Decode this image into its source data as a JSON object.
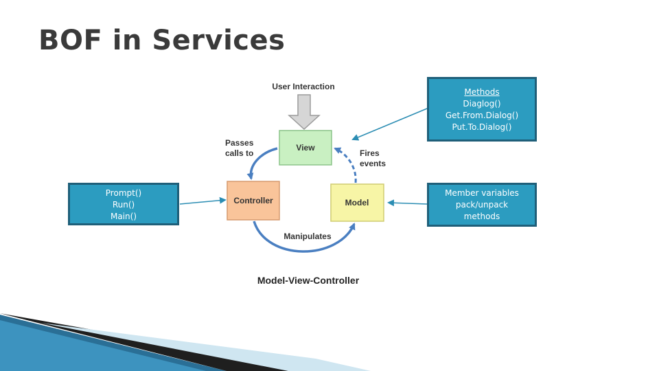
{
  "slide": {
    "title": "BOF in Services"
  },
  "callouts": {
    "methods": {
      "heading": "Methods",
      "lines": [
        "Diaglog()",
        "Get.From.Dialog()",
        "Put.To.Dialog()"
      ]
    },
    "controller": {
      "lines": [
        "Prompt()",
        "Run()",
        "Main()"
      ]
    },
    "model": {
      "lines": [
        "Member variables",
        "pack/unpack",
        "methods"
      ]
    }
  },
  "mvc": {
    "user_interaction": "User Interaction",
    "view": "View",
    "controller": "Controller",
    "model": "Model",
    "passes_calls_to": [
      "Passes",
      "calls to"
    ],
    "fires_events": [
      "Fires",
      "events"
    ],
    "manipulates": "Manipulates",
    "caption": "Model-View-Controller"
  },
  "colors": {
    "callout_fill": "#2c9cc0",
    "callout_border": "#1f5f79",
    "view_fill": "#c9f0c2",
    "controller_fill": "#f9c49a",
    "model_fill": "#f7f5a6",
    "arrow_blue": "#4a7fc1"
  }
}
